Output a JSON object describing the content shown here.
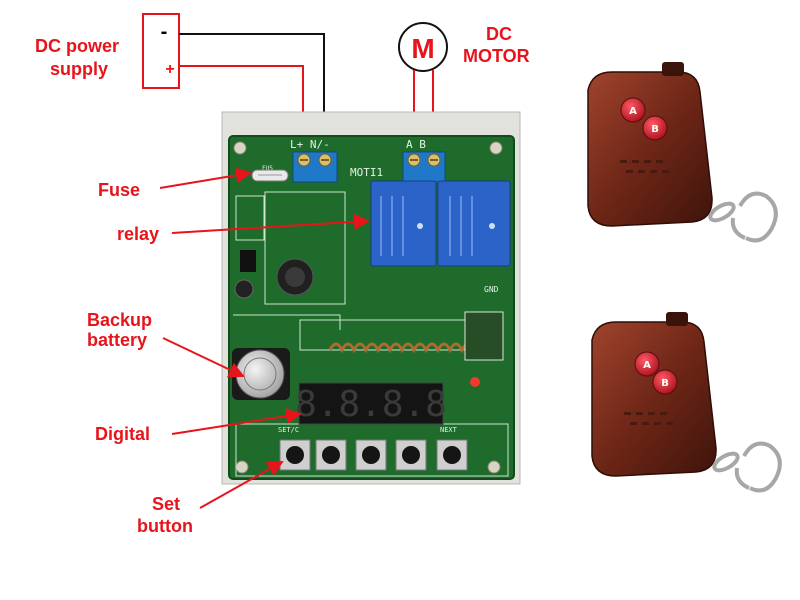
{
  "labels": {
    "power_line1": "DC power",
    "power_line2": "supply",
    "motor_line1": "DC",
    "motor_line2": "MOTOR",
    "fuse": "Fuse",
    "relay": "relay",
    "battery_line1": "Backup",
    "battery_line2": "battery",
    "digital": "Digital",
    "set_line1": "Set",
    "set_line2": "button"
  },
  "supply": {
    "minus": "-",
    "plus": "+"
  },
  "motor": {
    "symbol": "M"
  },
  "board": {
    "terminal_left": "L+  N/-",
    "terminal_right": "A    B",
    "model": "MOTI1",
    "silk_set": "SET/C",
    "silk_next": "NEXT",
    "silk_gnd": "GND",
    "silk_fuse": "FUS",
    "display": "8.8.8.8"
  },
  "remotes": [
    {
      "button_a": "A",
      "button_b": "B"
    },
    {
      "button_a": "A",
      "button_b": "B"
    }
  ],
  "colors": {
    "label_red": "#e8141c",
    "pcb_green": "#1e6b2b",
    "relay_blue": "#2b63c9",
    "terminal_blue": "#1f78c8",
    "remote_brown": "#7a2c1c"
  }
}
